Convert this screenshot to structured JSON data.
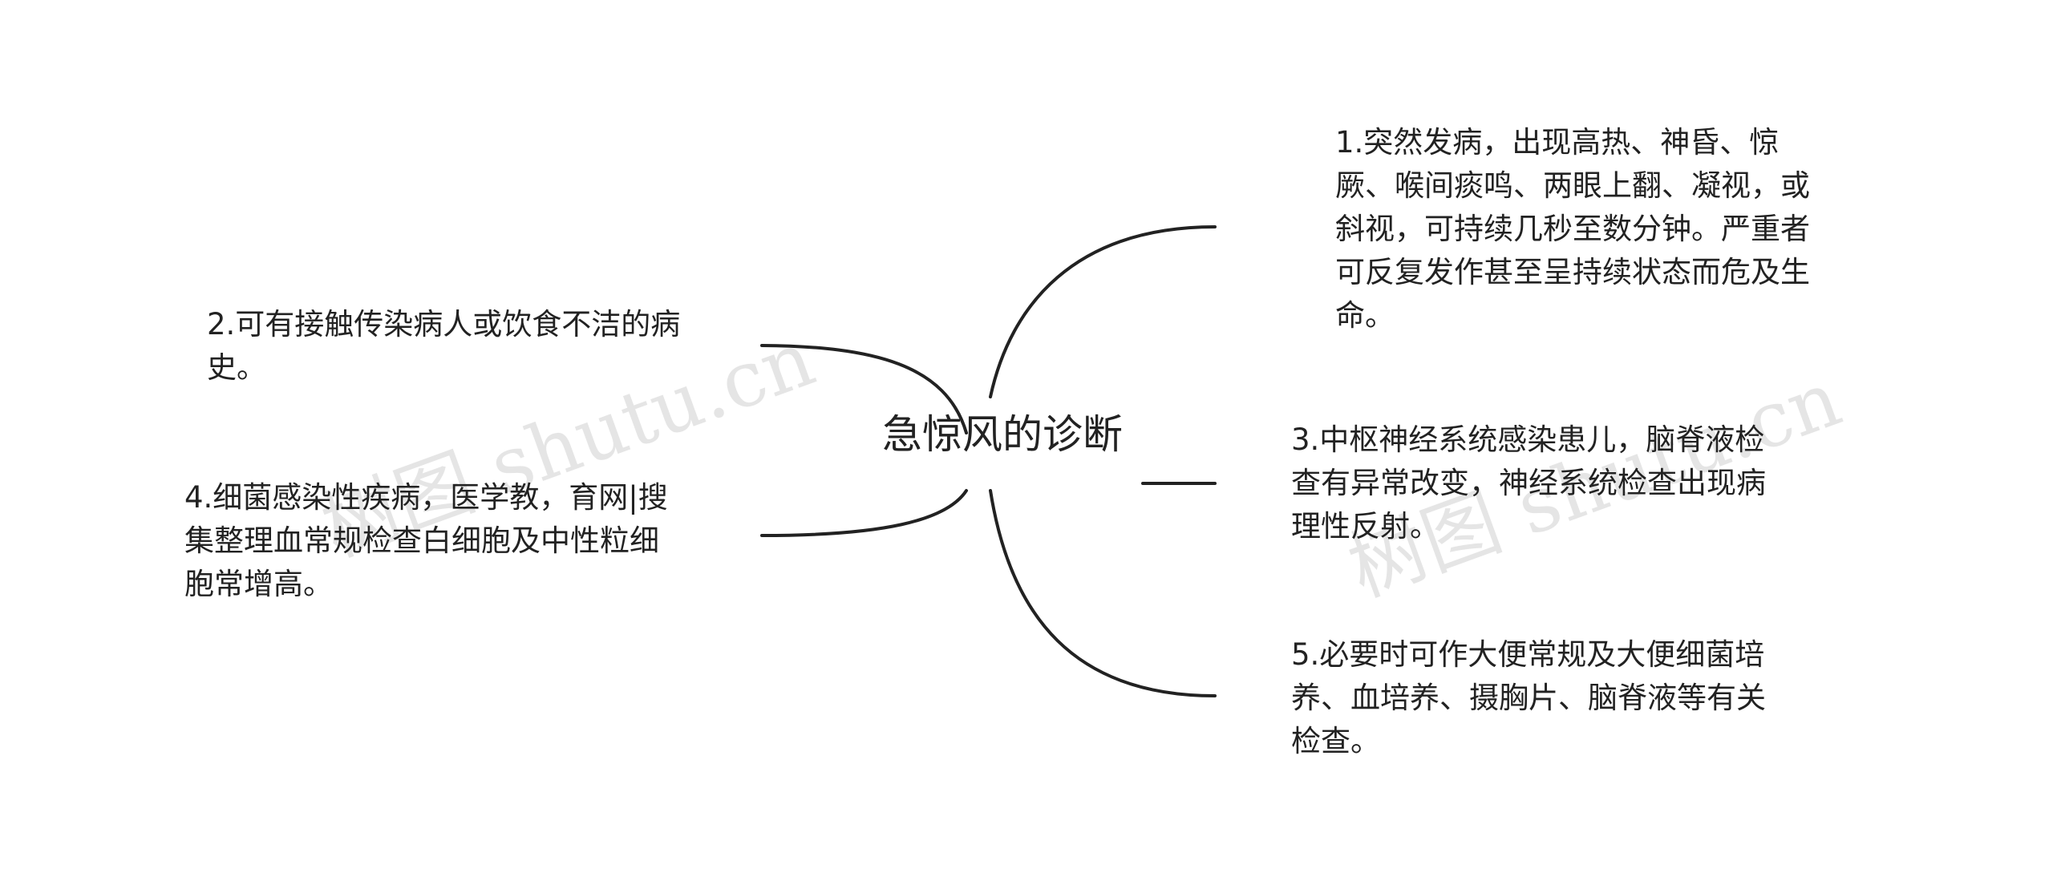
{
  "root": {
    "label": "急惊风的诊断"
  },
  "nodes": [
    {
      "id": "n1",
      "text": "1.突然发病，出现高热、神昏、惊厥、喉间痰鸣、两眼上翻、凝视，或斜视，可持续几秒至数分钟。严重者可反复发作甚至呈持续状态而危及生命。"
    },
    {
      "id": "n2",
      "text": "2.可有接触传染病人或饮食不洁的病史。"
    },
    {
      "id": "n3",
      "text": "3.中枢神经系统感染患儿，脑脊液检查有异常改变，神经系统检查出现病理性反射。"
    },
    {
      "id": "n4",
      "text": "4.细菌感染性疾病，医学教，育网|搜集整理血常规检查白细胞及中性粒细胞常增高。"
    },
    {
      "id": "n5",
      "text": "5.必要时可作大便常规及大便细菌培养、血培养、摄胸片、脑脊液等有关检查。"
    }
  ],
  "watermarks": [
    "树图 shutu.cn",
    "树图 shutu.cn"
  ],
  "colors": {
    "line": "#222222",
    "text": "#222222",
    "background": "#ffffff"
  }
}
